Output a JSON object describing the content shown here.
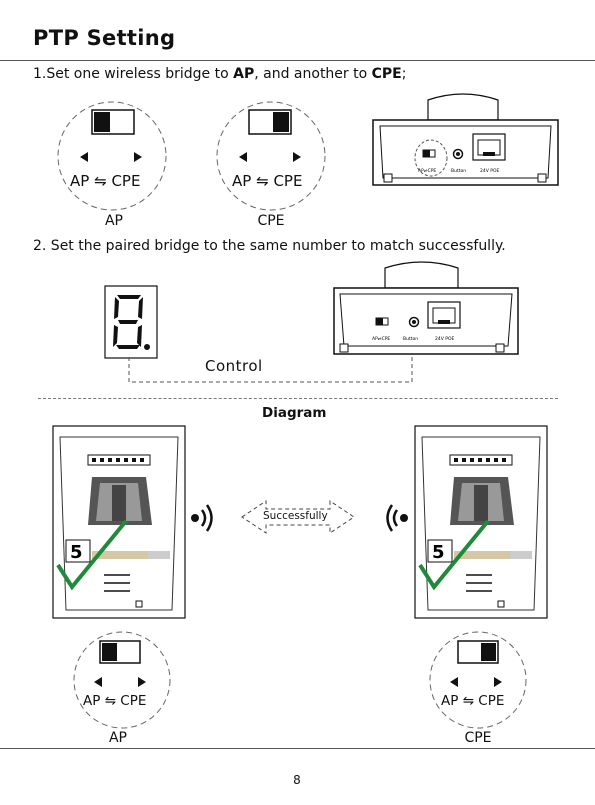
{
  "title": "PTP Setting",
  "step1": {
    "prefix": "1.Set one wireless bridge to ",
    "ap": "AP",
    "middle": ",  and another to ",
    "cpe": "CPE",
    "suffix": ";"
  },
  "step2": "2. Set the paired bridge to the same number to match successfully.",
  "switch": {
    "left_label": "AP",
    "right_label": "CPE",
    "arrow": "⇋"
  },
  "captions": {
    "ap": "AP",
    "cpe": "CPE"
  },
  "device_panel": {
    "switch_label": "AP⇌CPE",
    "button_label": "Button",
    "poe_label": "24V POE"
  },
  "control_label": "Control",
  "diagram_title": "Diagram",
  "success_label": "Successfully",
  "digit_display": "5",
  "page_number": "8",
  "colors": {
    "check": "#1f8a3a",
    "dash": "#666666",
    "text": "#111111"
  }
}
